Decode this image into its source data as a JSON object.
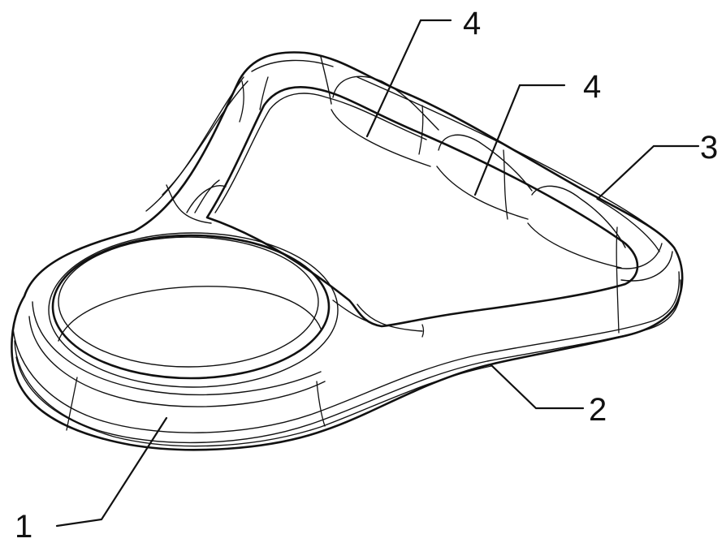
{
  "figure": {
    "labels": [
      {
        "id": "ring-opening",
        "text": "1"
      },
      {
        "id": "lower-edge",
        "text": "2"
      },
      {
        "id": "outer-rim",
        "text": "3"
      },
      {
        "id": "finger-recess-upper",
        "text": "4"
      },
      {
        "id": "finger-recess-middle",
        "text": "4"
      }
    ]
  }
}
